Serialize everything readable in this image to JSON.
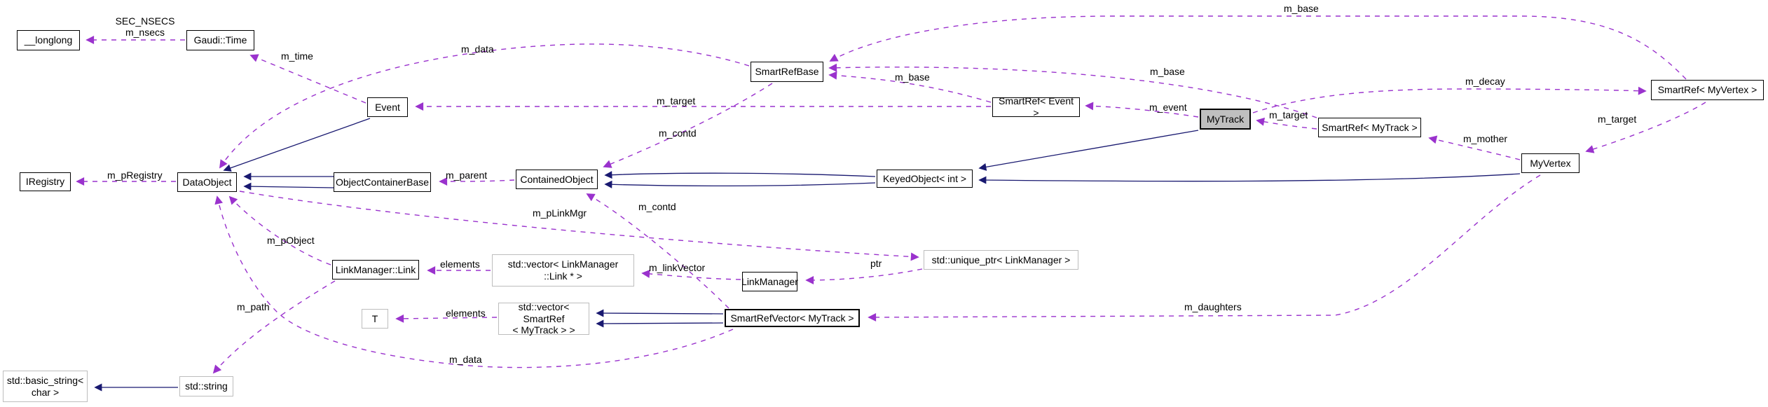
{
  "diagram_type": "doxygen-collaboration-graph",
  "colors": {
    "usage_edge": "#9a32cd",
    "inheritance_edge": "#191970",
    "node_border": "#000000",
    "external_node_border": "#bdbdbd",
    "current_node_fill": "#bfbfbf",
    "background": "#ffffff"
  },
  "nodes": {
    "longlong": {
      "label": "__longlong"
    },
    "gauditime": {
      "label": "Gaudi::Time"
    },
    "event": {
      "label": "Event"
    },
    "smartrefbase": {
      "label": "SmartRefBase"
    },
    "smartref_event": {
      "label": "SmartRef< Event >"
    },
    "mytrack": {
      "label": "MyTrack"
    },
    "smartref_mytrack": {
      "label": "SmartRef< MyTrack >"
    },
    "smartref_myvertex": {
      "label": "SmartRef< MyVertex >"
    },
    "myvertex": {
      "label": "MyVertex"
    },
    "iregistry": {
      "label": "IRegistry"
    },
    "dataobject": {
      "label": "DataObject"
    },
    "objectcontainerbase": {
      "label": "ObjectContainerBase"
    },
    "containedobject": {
      "label": "ContainedObject"
    },
    "keyedobject": {
      "label": "KeyedObject< int >"
    },
    "linkmanagerlink": {
      "label": "LinkManager::Link"
    },
    "vector_link": {
      "label": "std::vector< LinkManager\n::Link * >"
    },
    "linkmanager": {
      "label": "LinkManager"
    },
    "uniqueptr": {
      "label": "std::unique_ptr< LinkManager >"
    },
    "t_param": {
      "label": "T"
    },
    "vector_smartref": {
      "label": "std::vector< SmartRef\n< MyTrack > >"
    },
    "smartrefvector": {
      "label": "SmartRefVector< MyTrack >"
    },
    "basicstring": {
      "label": "std::basic_string<\nchar >"
    },
    "stdstring": {
      "label": "std::string"
    }
  },
  "edge_labels": {
    "sec_nsecs": "SEC_NSECS\nm_nsecs",
    "m_time": "m_time",
    "m_data_top": "m_data",
    "m_target_event": "m_target",
    "m_contd_upper": "m_contd",
    "m_base_event": "m_base",
    "m_base_mytrack": "m_base",
    "m_base_myvertex": "m_base",
    "m_event": "m_event",
    "m_target_mytrack": "m_target",
    "m_decay": "m_decay",
    "m_mother": "m_mother",
    "m_target_myvertex": "m_target",
    "m_pregistry": "m_pRegistry",
    "m_parent": "m_parent",
    "m_contd_lower": "m_contd",
    "m_plinkmgr": "m_pLinkMgr",
    "m_pobject": "m_pObject",
    "elements_link": "elements",
    "m_linkvector": "m_linkVector",
    "ptr": "ptr",
    "m_path": "m_path",
    "elements_t": "elements",
    "m_data_bottom": "m_data",
    "m_daughters": "m_daughters"
  }
}
